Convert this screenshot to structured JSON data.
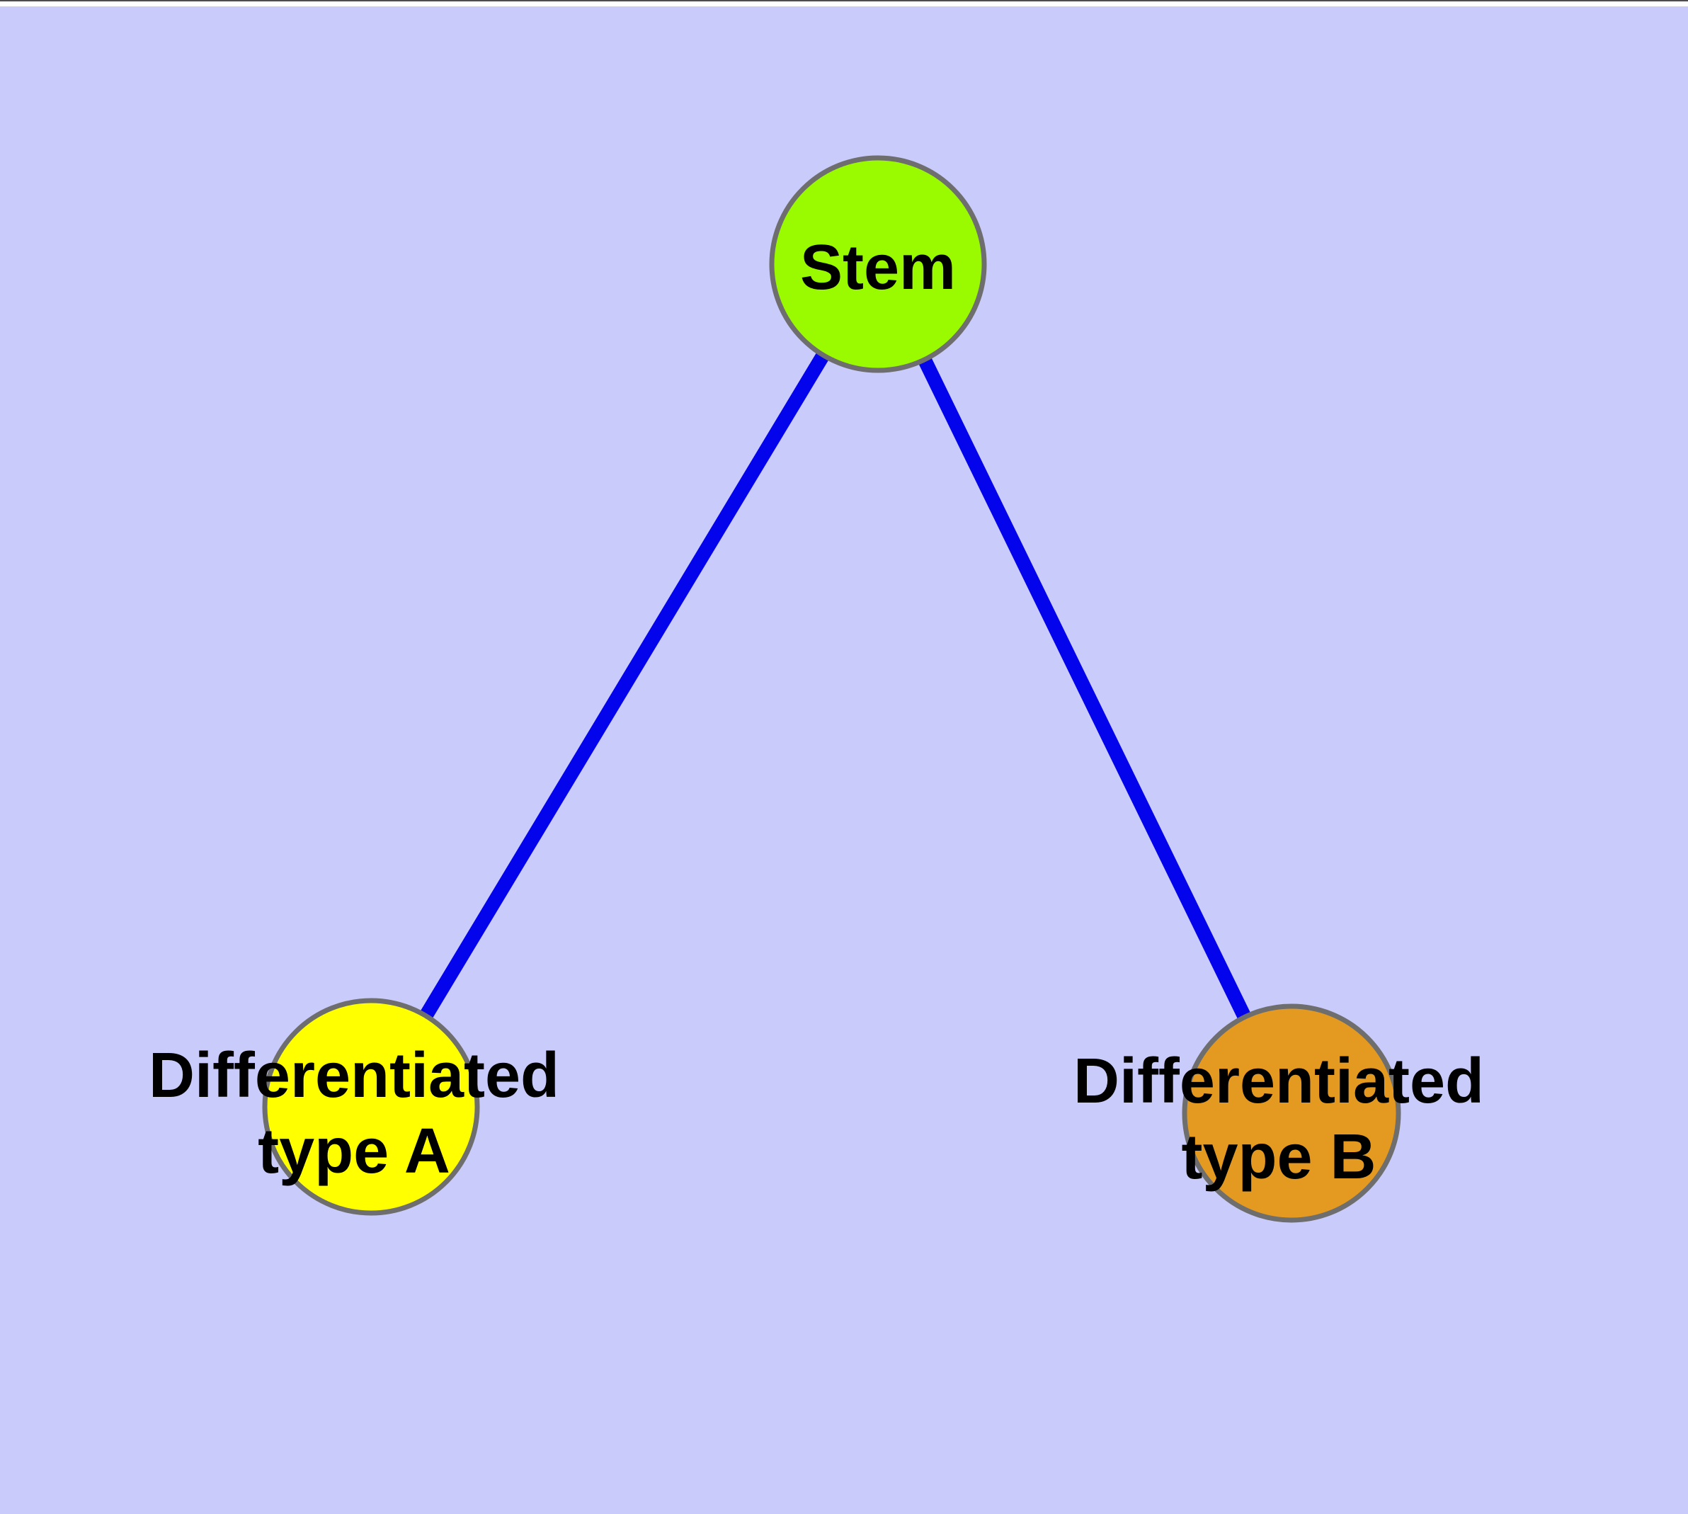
{
  "diagram": {
    "background_color": "#c9cbfa",
    "node_border_color": "#6e6e6e",
    "edge_color": "#0303ec",
    "nodes": {
      "stem": {
        "label": "Stem",
        "color": "#9afa00"
      },
      "typeA": {
        "line1": "Differentiated",
        "line2": "type A",
        "color": "#ffff00"
      },
      "typeB": {
        "line1": "Differentiated",
        "line2": "type B",
        "color": "#e49a20"
      }
    }
  }
}
